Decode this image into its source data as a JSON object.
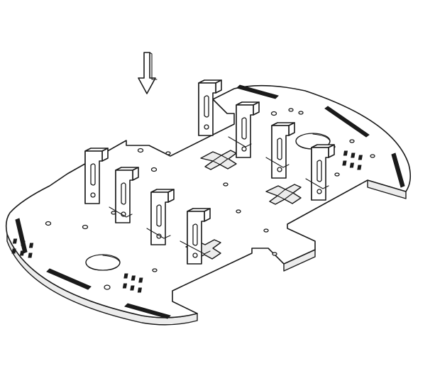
{
  "diagram": {
    "stroke_color": "#1a1a1a",
    "background_color": "#ffffff",
    "insert_direction": "down",
    "bracket_count": 8,
    "cross_slot_count": 3,
    "large_hole_count": 2,
    "wheel_slot_count": 6
  }
}
